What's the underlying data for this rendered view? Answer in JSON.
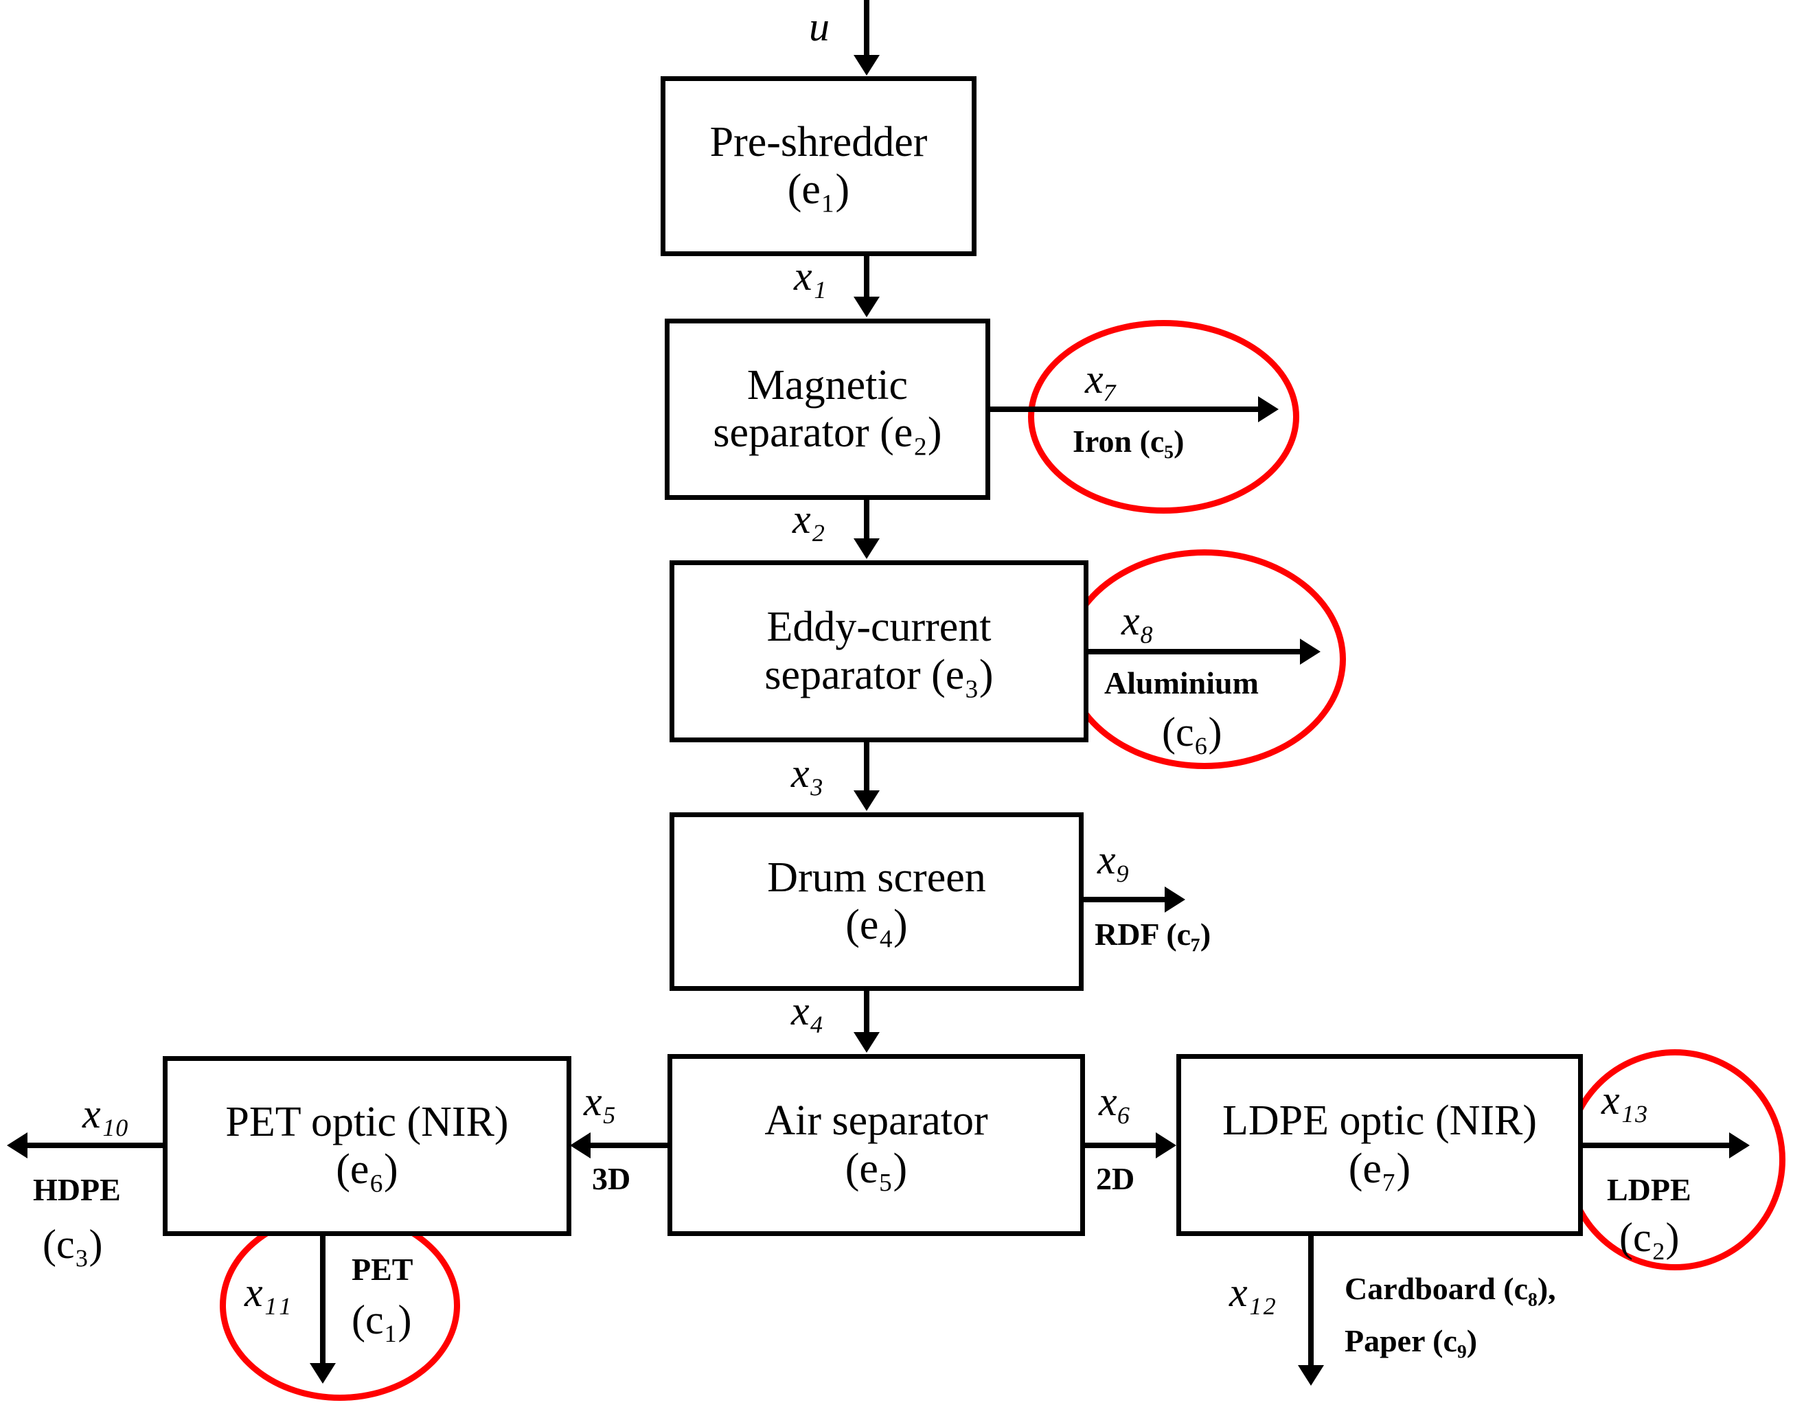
{
  "diagram": {
    "title": "Mechanical waste sorting plant process flow",
    "accent_color": "#ff0000",
    "line_color": "#000000",
    "background": "#ffffff"
  },
  "blocks": [
    {
      "id": "e1",
      "line1": "Pre-shredder",
      "line2": "(e₁)"
    },
    {
      "id": "e2",
      "line1": "Magnetic",
      "line2": "separator (e₂)"
    },
    {
      "id": "e3",
      "line1": "Eddy-current",
      "line2": "separator (e₃)"
    },
    {
      "id": "e4",
      "line1": "Drum screen",
      "line2": "(e₄)"
    },
    {
      "id": "e5",
      "line1": "Air separator",
      "line2": "(e₅)"
    },
    {
      "id": "e6",
      "line1": "PET optic (NIR)",
      "line2": "(e₆)"
    },
    {
      "id": "e7",
      "line1": "LDPE optic (NIR)",
      "line2": "(e₇)"
    }
  ],
  "flows": {
    "u": "u",
    "x1": "x₁",
    "x2": "x₂",
    "x3": "x₃",
    "x4": "x₄",
    "x5": "x₅",
    "x6": "x₆",
    "x7": "x₇",
    "x8": "x₈",
    "x9": "x₉",
    "x10": "x₁₀",
    "x11": "x₁₁",
    "x12": "x₁₂",
    "x13": "x₁₃"
  },
  "stream_labels": {
    "iron": "Iron (c₅)",
    "aluminium": "Aluminium",
    "aluminium_c": "(c₆)",
    "rdf": "RDF (c₇)",
    "three_d": "3D",
    "two_d": "2D",
    "hdpe": "HDPE",
    "hdpe_c": "(c₃)",
    "pet": "PET",
    "pet_c": "(c₁)",
    "ldpe": "LDPE",
    "ldpe_c": "(c₂)",
    "cardboard": "Cardboard (c₈),",
    "paper": "Paper (c₉)"
  },
  "highlights": [
    {
      "id": "iron-highlight",
      "target": "x₇ Iron (c₅)"
    },
    {
      "id": "aluminium-highlight",
      "target": "x₈ Aluminium (c₆)"
    },
    {
      "id": "pet-highlight",
      "target": "x₁₁ PET (c₁)"
    },
    {
      "id": "ldpe-highlight",
      "target": "x₁₃ LDPE (c₂)"
    }
  ]
}
